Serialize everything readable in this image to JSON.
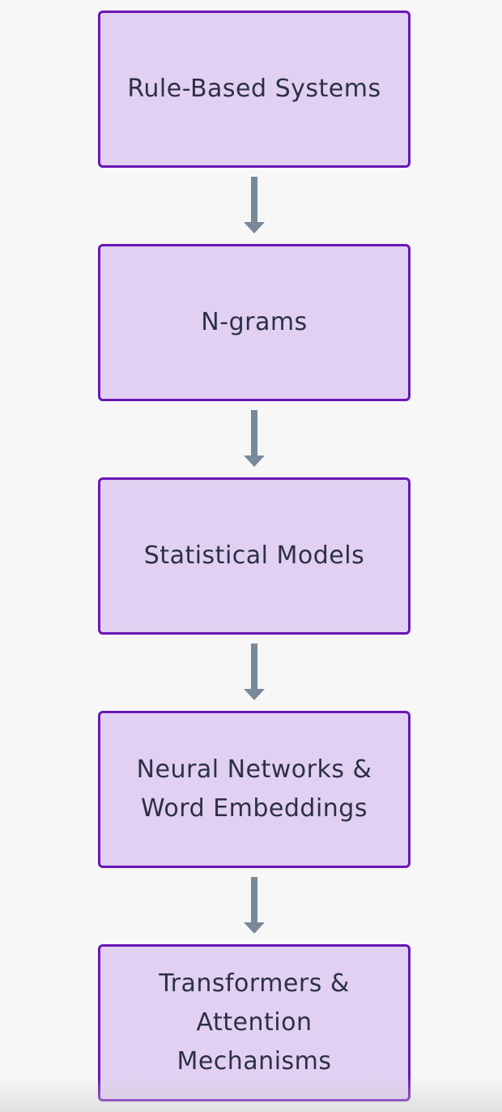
{
  "diagram": {
    "nodes": [
      {
        "label": "Rule-Based Systems"
      },
      {
        "label": "N-grams"
      },
      {
        "label": "Statistical Models"
      },
      {
        "label": "Neural Networks & Word Embeddings"
      },
      {
        "label": "Transformers & Attention Mechanisms"
      }
    ],
    "edges": [
      {
        "from": "Rule-Based Systems",
        "to": "N-grams"
      },
      {
        "from": "N-grams",
        "to": "Statistical Models"
      },
      {
        "from": "Statistical Models",
        "to": "Neural Networks & Word Embeddings"
      },
      {
        "from": "Neural Networks & Word Embeddings",
        "to": "Transformers & Attention Mechanisms"
      }
    ],
    "colors": {
      "background": "#f7f7f7",
      "node_fill": "#e2d0f2",
      "node_border": "#6a16b8",
      "text": "#2b3147",
      "arrow": "#78899a"
    }
  }
}
